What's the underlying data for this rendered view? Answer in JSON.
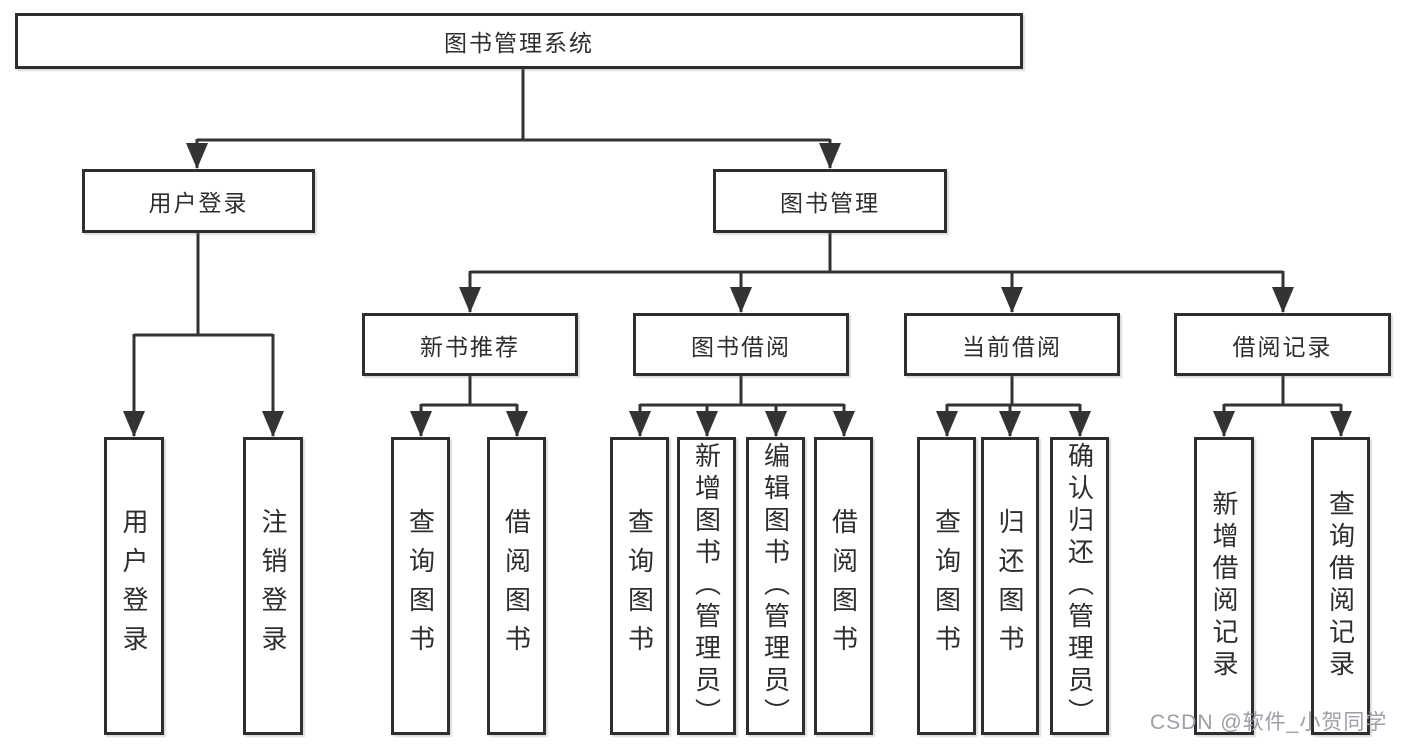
{
  "tree": {
    "root": "图书管理系统",
    "children": [
      {
        "label": "用户登录",
        "children": [
          "用户登录",
          "注销登录"
        ]
      },
      {
        "label": "图书管理",
        "children": [
          {
            "label": "新书推荐",
            "children": [
              "查询图书",
              "借阅图书"
            ]
          },
          {
            "label": "图书借阅",
            "children": [
              "查询图书",
              "新增图书（管理员）",
              "编辑图书（管理员）",
              "借阅图书"
            ]
          },
          {
            "label": "当前借阅",
            "children": [
              "查询图书",
              "归还图书",
              "确认归还（管理员）"
            ]
          },
          {
            "label": "借阅记录",
            "children": [
              "新增借阅记录",
              "查询借阅记录"
            ]
          }
        ]
      }
    ]
  },
  "watermark": "CSDN @软件_小贺同学",
  "colors": {
    "line": "#333333",
    "box_border": "#2e2e2e",
    "text": "#2e2e2e",
    "background": "#ffffff",
    "watermark": "#9b9ea4"
  },
  "diagram_type": "hierarchy-tree"
}
